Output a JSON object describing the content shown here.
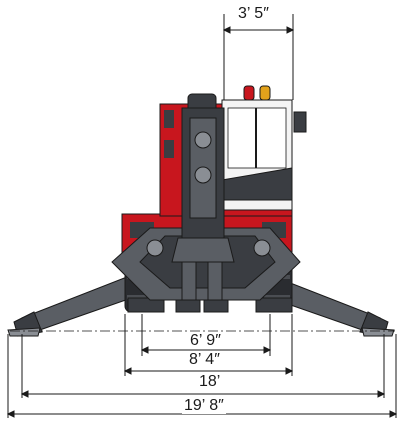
{
  "dimensions": {
    "top_width": "3’ 5″",
    "inner_track": "6’ 9″",
    "outer_track": "8’ 4″",
    "outrigger_span": "18’",
    "overall_span": "19’ 8″"
  },
  "colors": {
    "machine_red": "#c8161e",
    "chassis_dark": "#3a3d42",
    "chassis_mid": "#5a5e64",
    "chassis_light": "#8a8e94",
    "cab_white": "#f4f4f4",
    "beacon_red": "#c8161e",
    "beacon_amber": "#e2a21b",
    "line": "#1a1a1a"
  }
}
